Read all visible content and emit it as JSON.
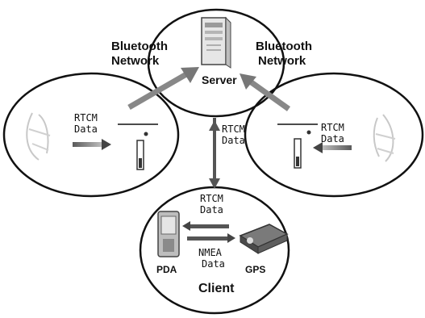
{
  "labels": {
    "server": "Server",
    "client": "Client",
    "pda": "PDA",
    "gps": "GPS",
    "bt_left_line1": "Bluetooth",
    "bt_left_line2": "Network",
    "bt_right_line1": "Bluetooth",
    "bt_right_line2": "Network",
    "rtcm_left_line1": "RTCM",
    "rtcm_left_line2": "Data",
    "rtcm_right_line1": "RTCM",
    "rtcm_right_line2": "Data",
    "rtcm_center_line1": "RTCM",
    "rtcm_center_line2": "Data",
    "rtcm_client_line1": "RTCM",
    "rtcm_client_line2": "Data",
    "nmea_line1": "NMEA",
    "nmea_line2": "Data"
  },
  "colors": {
    "stroke": "#111111",
    "arrow_fill": "#7a7a7a",
    "arrow_light": "#c8c8c8",
    "device_gray": "#9a9a9a"
  },
  "icons": [
    "server-icon",
    "satellite-dish-icon",
    "receiver-antenna-icon",
    "pda-icon",
    "gps-device-icon"
  ]
}
